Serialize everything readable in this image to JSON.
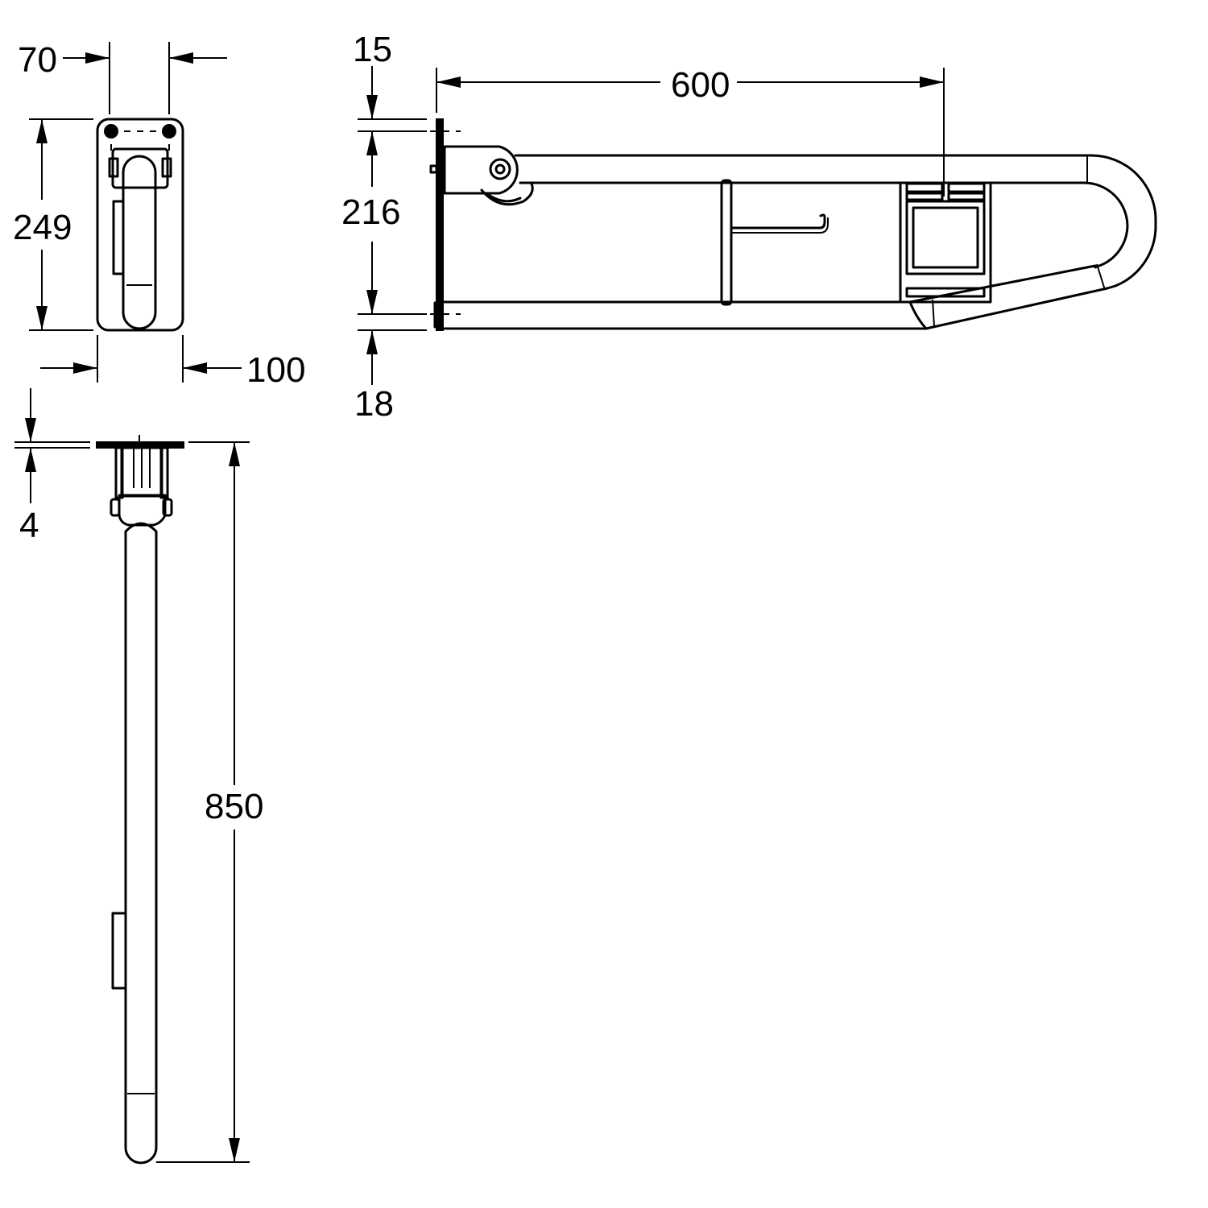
{
  "dimensions": {
    "top_width": "70",
    "front_height": "249",
    "depth": "100",
    "top_offset": "15",
    "arm_height": "216",
    "bottom_offset": "18",
    "arm_length": "600",
    "plate_thickness": "4",
    "total_length": "850"
  },
  "views": {
    "front": "front-view",
    "side": "side-view",
    "folded": "folded-view"
  }
}
